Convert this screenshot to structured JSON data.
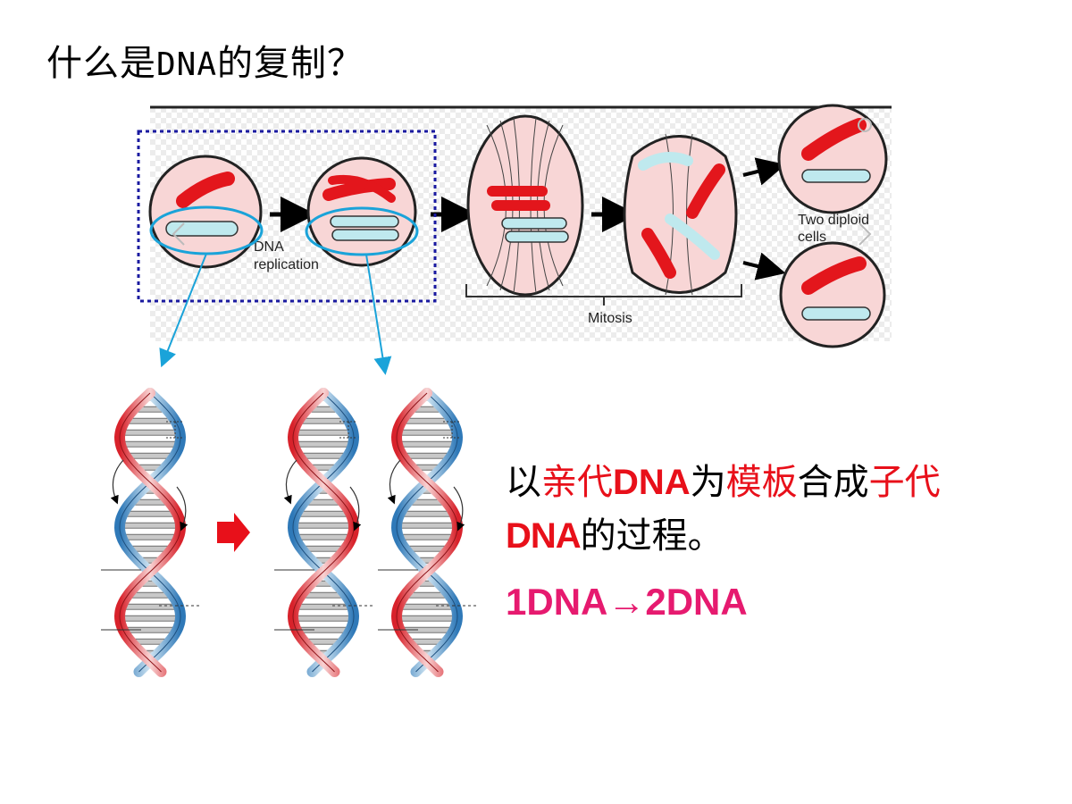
{
  "title": {
    "part1": "什么是",
    "dna": "DNA",
    "part2": "的复制？"
  },
  "diagram": {
    "dna_replication_line1": "DNA",
    "dna_replication_line2": "replication",
    "mitosis": "Mitosis",
    "two_diploid_line1": "Two diploid",
    "two_diploid_line2": "cells"
  },
  "definition": {
    "t1": "以",
    "t2": "亲代",
    "t3": "DNA",
    "t4": "为",
    "t5": "模板",
    "t6": "合成",
    "t7": "子代",
    "t8": "DNA",
    "t9": "的过程。"
  },
  "equation": "1DNA→2DNA",
  "colors": {
    "chromosome_red": "#e3161c",
    "chromosome_blue": "#bfe9ee",
    "cell_pink": "#f8d6d6",
    "selection_box": "#1a1aa0",
    "callout_blue": "#1aa3d9",
    "emphasis_red": "#e8101a",
    "equation_pink": "#e61a6f"
  }
}
